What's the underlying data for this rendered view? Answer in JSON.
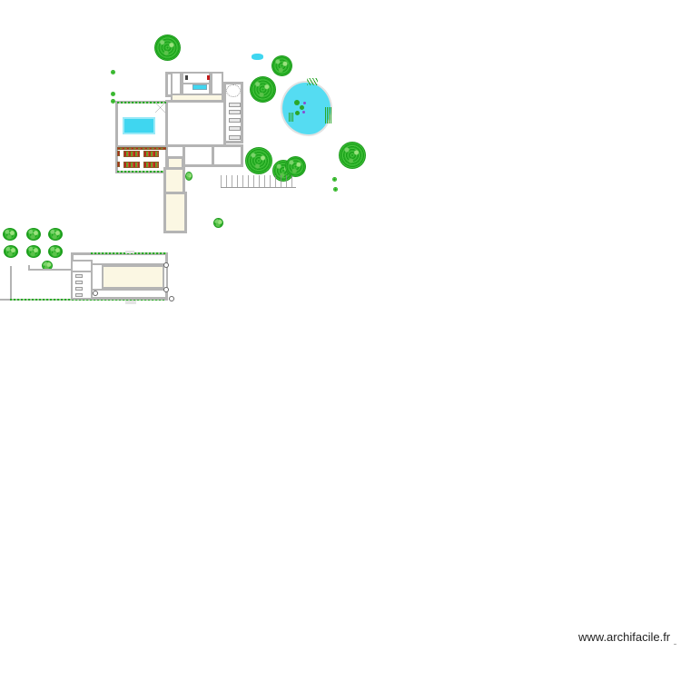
{
  "app": {
    "name": "Archifacile",
    "watermark": "www.archifacile.fr"
  },
  "plan": {
    "type": "site-floor-plan",
    "colors": {
      "wall": "#b4b4b4",
      "room_fill_cream": "#fbf7e3",
      "water": "#3fd6f0",
      "vegetation": "#1aa11a",
      "planter_red": "#b52a1c"
    },
    "elements": {
      "main_building": "L-shaped main house with courtyard",
      "pool": "rectangular swimming pool",
      "pond": "irregular pond with aquatic plants",
      "vegetable_garden": "raised planter beds",
      "outbuilding": "secondary building with garden wall",
      "fence": "picket fence segment"
    },
    "tree_count": 17
  }
}
